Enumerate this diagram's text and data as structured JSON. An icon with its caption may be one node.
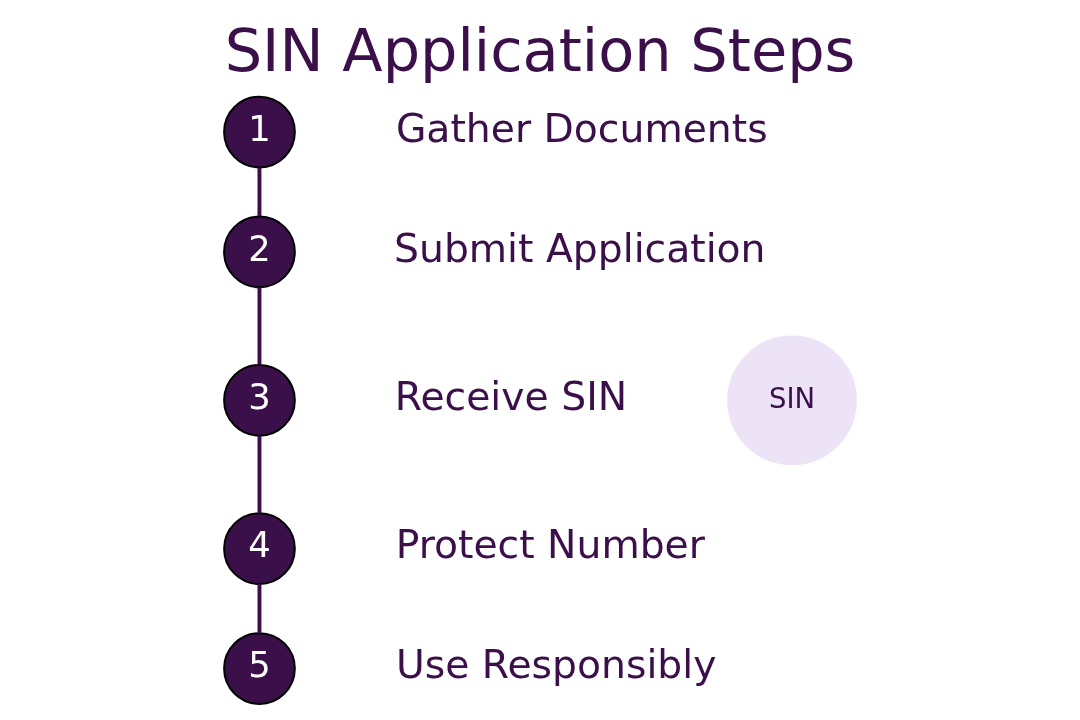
{
  "diagram": {
    "title": "SIN Application Steps",
    "nodes": [
      {
        "text": [
          "1"
        ],
        "beside": [
          "Gather Documents"
        ]
      },
      {
        "text": [
          "2"
        ],
        "beside": [
          "Submit Application"
        ]
      },
      {
        "text": [
          "3"
        ],
        "beside": [
          "Receive SIN"
        ]
      },
      {
        "text": [
          "4"
        ],
        "beside": [
          "Protect Number"
        ]
      },
      {
        "text": [
          "5"
        ],
        "beside": [
          "Use Responsibly"
        ]
      }
    ],
    "edges": [
      {
        "from": 0,
        "to": 1,
        "arrow": "none"
      },
      {
        "from": 1,
        "to": 2,
        "arrow": "none"
      },
      {
        "from": 2,
        "to": 3,
        "arrow": "none"
      },
      {
        "from": 3,
        "to": 4,
        "arrow": "none"
      }
    ],
    "labels": [
      "SIN"
    ]
  }
}
